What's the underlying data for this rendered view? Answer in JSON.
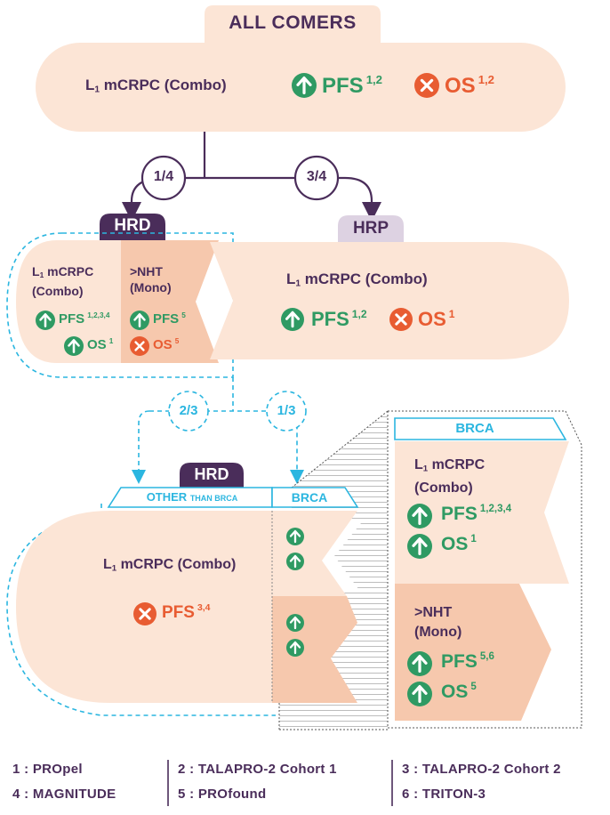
{
  "top": {
    "header": "ALL COMERS",
    "population": "mCRPC (Combo)",
    "line_sub": "1",
    "line_prefix": "L",
    "pfs_label": "PFS",
    "pfs_refs": "1,2",
    "os_label": "OS",
    "os_refs": "1,2"
  },
  "split1": {
    "left_fraction": "1/4",
    "right_fraction": "3/4"
  },
  "hrd": {
    "badge": "HRD",
    "combo_title_line1": "mCRPC",
    "combo_title_line2": "(Combo)",
    "line_prefix": "L",
    "line_sub": "1",
    "combo_pfs_label": "PFS",
    "combo_pfs_refs": "1,2,3,4",
    "combo_os_label": "OS",
    "combo_os_refs": "1",
    "mono_title_line1": ">NHT",
    "mono_title_line2": "(Mono)",
    "mono_pfs_label": "PFS",
    "mono_pfs_refs": "5",
    "mono_os_label": "OS",
    "mono_os_refs": "5"
  },
  "hrp": {
    "badge": "HRP",
    "line_prefix": "L",
    "line_sub": "1",
    "population": "mCRPC (Combo)",
    "pfs_label": "PFS",
    "pfs_refs": "1,2",
    "os_label": "OS",
    "os_refs": "1"
  },
  "split2": {
    "left_fraction": "2/3",
    "right_fraction": "1/3"
  },
  "hrd_sub": {
    "badge": "HRD",
    "other_tab_main": "OTHER",
    "other_tab_small": "THAN BRCA",
    "brca_tab": "BRCA",
    "line_prefix": "L",
    "line_sub": "1",
    "population": "mCRPC (Combo)",
    "pfs_label": "PFS",
    "pfs_refs": "3,4"
  },
  "brca_detail": {
    "tab": "BRCA",
    "line_prefix": "L",
    "line_sub": "1",
    "combo_title_line1": "mCRPC",
    "combo_title_line2": "(Combo)",
    "combo_pfs_label": "PFS",
    "combo_pfs_refs": "1,2,3,4",
    "combo_os_label": "OS",
    "combo_os_refs": "1",
    "mono_title_line1": ">NHT",
    "mono_title_line2": "(Mono)",
    "mono_pfs_label": "PFS",
    "mono_pfs_refs": "5,6",
    "mono_os_label": "OS",
    "mono_os_refs": "5"
  },
  "legend": [
    "1 :  PROpel",
    "4 :  MAGNITUDE",
    "2 :  TALAPRO-2 Cohort 1",
    "5 :  PROfound",
    "3 :  TALAPRO-2 Cohort 2",
    "6 :  TRITON-3"
  ],
  "colors": {
    "plum": "#4a2d5a",
    "peach": "#fce5d6",
    "peach_dark": "#f6c8ad",
    "green": "#2f9a63",
    "red": "#e85c32",
    "cyan": "#2bb6e0",
    "hrp_badge": "#ddd2e2"
  },
  "icons": [
    "arrow-up-circle-icon",
    "x-circle-icon"
  ]
}
